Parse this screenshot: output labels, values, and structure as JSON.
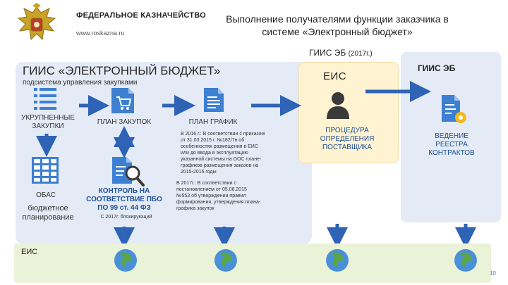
{
  "header": {
    "org_name": "ФЕДЕРАЛЬНОЕ КАЗНАЧЕЙСТВО",
    "org_url": "www.roskazna.ru",
    "slide_title_line1": "Выполнение получателями функции заказчика в",
    "slide_title_line2": "системе «Электронный бюджет»"
  },
  "main": {
    "title": "ГИИС «ЭЛЕКТРОННЫЙ БЮДЖЕТ»",
    "subtitle": "подсистема управления закупками",
    "small_purchases": [
      "УКРУПНЕННЫЕ",
      "ЗАКУПКИ"
    ],
    "obas": "ОБАС",
    "budget_planning": [
      "бюджетное",
      "планирование"
    ],
    "purchase_plan": "ПЛАН ЗАКУПОК",
    "schedule_plan": "ПЛАН ГРАФИК",
    "control": [
      "КОНТРОЛЬ НА",
      "СООТВЕТСТВИЕ ПБО",
      "ПО 99 ст. 44 ФЗ"
    ],
    "control_note": "С 2017г. блокирующий",
    "note_2016": [
      "В 2016 г.: В соответствии с приказом",
      "от 31.03.2015 г. №182/7н об",
      "особенностях размещения в ЕИС",
      "или до ввода в эксплуатацию",
      "указанной системы на ООС плане-",
      "графиков размещения заказов на",
      "2015-2016 годы"
    ],
    "note_2017": [
      "В 2017г.: В соответствии с",
      "постановлением от 05.06.2015",
      "№553 об утверждении правил",
      "формирования, утверждения плана-",
      "графика закупок"
    ]
  },
  "eis": {
    "header": "ГИИС ЭБ",
    "header_year": "(2017г.)",
    "label": "ЕИС",
    "procedure": [
      "ПРОЦЕДУРА",
      "ОПРЕДЕЛЕНИЯ",
      "ПОСТАВЩИКА"
    ]
  },
  "eb": {
    "label": "ГИИС ЭБ",
    "registry": [
      "ВЕДЕНИЕ",
      "РЕЕСТРА",
      "КОНТРАКТОВ"
    ]
  },
  "bottom": {
    "label": "ЕИС",
    "page": "10"
  },
  "colors": {
    "arrow_blue": "#2e63b5",
    "panel_blue": "#e4ebf6",
    "panel_yellow": "#fff3d1",
    "band_green": "#eaf2d8",
    "icon_blue": "#3d7fd1",
    "gear_yellow": "#f3b81c",
    "person_dark": "#3a3a3a"
  }
}
